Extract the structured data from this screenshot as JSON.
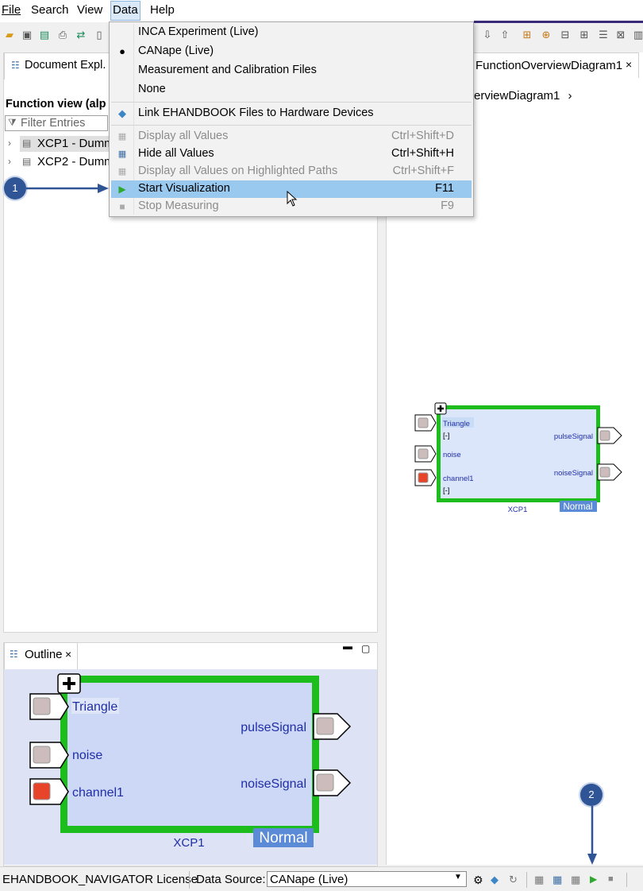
{
  "menubar": {
    "items": [
      {
        "label": "File"
      },
      {
        "label": "Search"
      },
      {
        "label": "View"
      },
      {
        "label": "Data"
      },
      {
        "label": "Help"
      }
    ]
  },
  "left_panel": {
    "tab_label": "Document Expl.",
    "heading": "Function view (alp",
    "filter_placeholder": "Filter Entries",
    "tree": [
      {
        "label": "XCP1 - Dumm"
      },
      {
        "label": "XCP2 - Dumm"
      }
    ]
  },
  "right_panel": {
    "tab_label": "FunctionOverviewDiagram1",
    "breadcrumb": "erviewDiagram1",
    "diagram": {
      "inputs": [
        "Triangle",
        "noise",
        "channel1"
      ],
      "input_units": [
        "[-]",
        "[-]"
      ],
      "outputs": [
        "pulseSignal",
        "noiseSignal"
      ],
      "block_name": "XCP1",
      "status": "Normal"
    }
  },
  "outline": {
    "tab_label": "Outline",
    "diagram": {
      "inputs": [
        "Triangle",
        "noise",
        "channel1"
      ],
      "outputs": [
        "pulseSignal",
        "noiseSignal"
      ],
      "block_name": "XCP1",
      "status": "Normal"
    }
  },
  "data_menu": {
    "items": [
      {
        "label": "INCA Experiment (Live)",
        "shortcut": ""
      },
      {
        "label": "CANape (Live)",
        "shortcut": ""
      },
      {
        "label": "Measurement and Calibration Files",
        "shortcut": ""
      },
      {
        "label": "None",
        "shortcut": ""
      },
      {
        "label": "Link EHANDBOOK Files to Hardware Devices",
        "shortcut": ""
      },
      {
        "label": "Display all Values",
        "shortcut": "Ctrl+Shift+D"
      },
      {
        "label": "Hide all Values",
        "shortcut": "Ctrl+Shift+H"
      },
      {
        "label": "Display all Values on Highlighted Paths",
        "shortcut": "Ctrl+Shift+F"
      },
      {
        "label": "Start Visualization",
        "shortcut": "F11"
      },
      {
        "label": "Stop Measuring",
        "shortcut": "F9"
      }
    ]
  },
  "statusbar": {
    "license": "EHANDBOOK_NAVIGATOR License",
    "data_source_label": "Data Source:",
    "data_source_value": "CANape (Live)"
  },
  "callouts": [
    {
      "number": "1"
    },
    {
      "number": "2"
    }
  ],
  "colors": {
    "menu_highlight": "#99c9ef",
    "block_border": "#1cbd1c",
    "block_fill": "#dce6fb",
    "status_badge": "#5b8ad6",
    "callout": "#2f5597",
    "channel_port": "#e8442a"
  }
}
